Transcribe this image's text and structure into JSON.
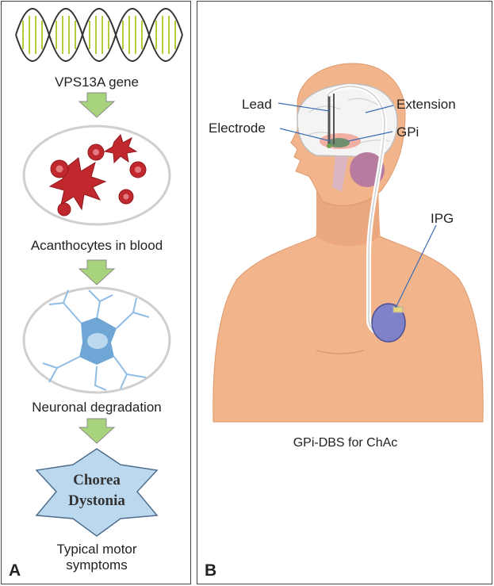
{
  "panel_a": {
    "letter": "A",
    "gene_label": "VPS13A gene",
    "blood_label": "Acanthocytes in blood",
    "neuron_label": "Neuronal degradation",
    "star_line1": "Chorea",
    "star_line2": "Dystonia",
    "symptoms_line1": "Typical motor",
    "symptoms_line2": "symptoms"
  },
  "panel_b": {
    "letter": "B",
    "lead_label": "Lead",
    "extension_label": "Extension",
    "electrode_label": "Electrode",
    "gpi_label": "GPi",
    "ipg_label": "IPG",
    "caption": "GPi-DBS for ChAc"
  },
  "colors": {
    "arrow_fill": "#a6d37c",
    "star_fill": "#bcd8ee",
    "cell_red": "#c0282e",
    "neuron_blue": "#6fa6d6",
    "skin": "#f2b48a",
    "ipg_purple": "#7f82c8"
  }
}
